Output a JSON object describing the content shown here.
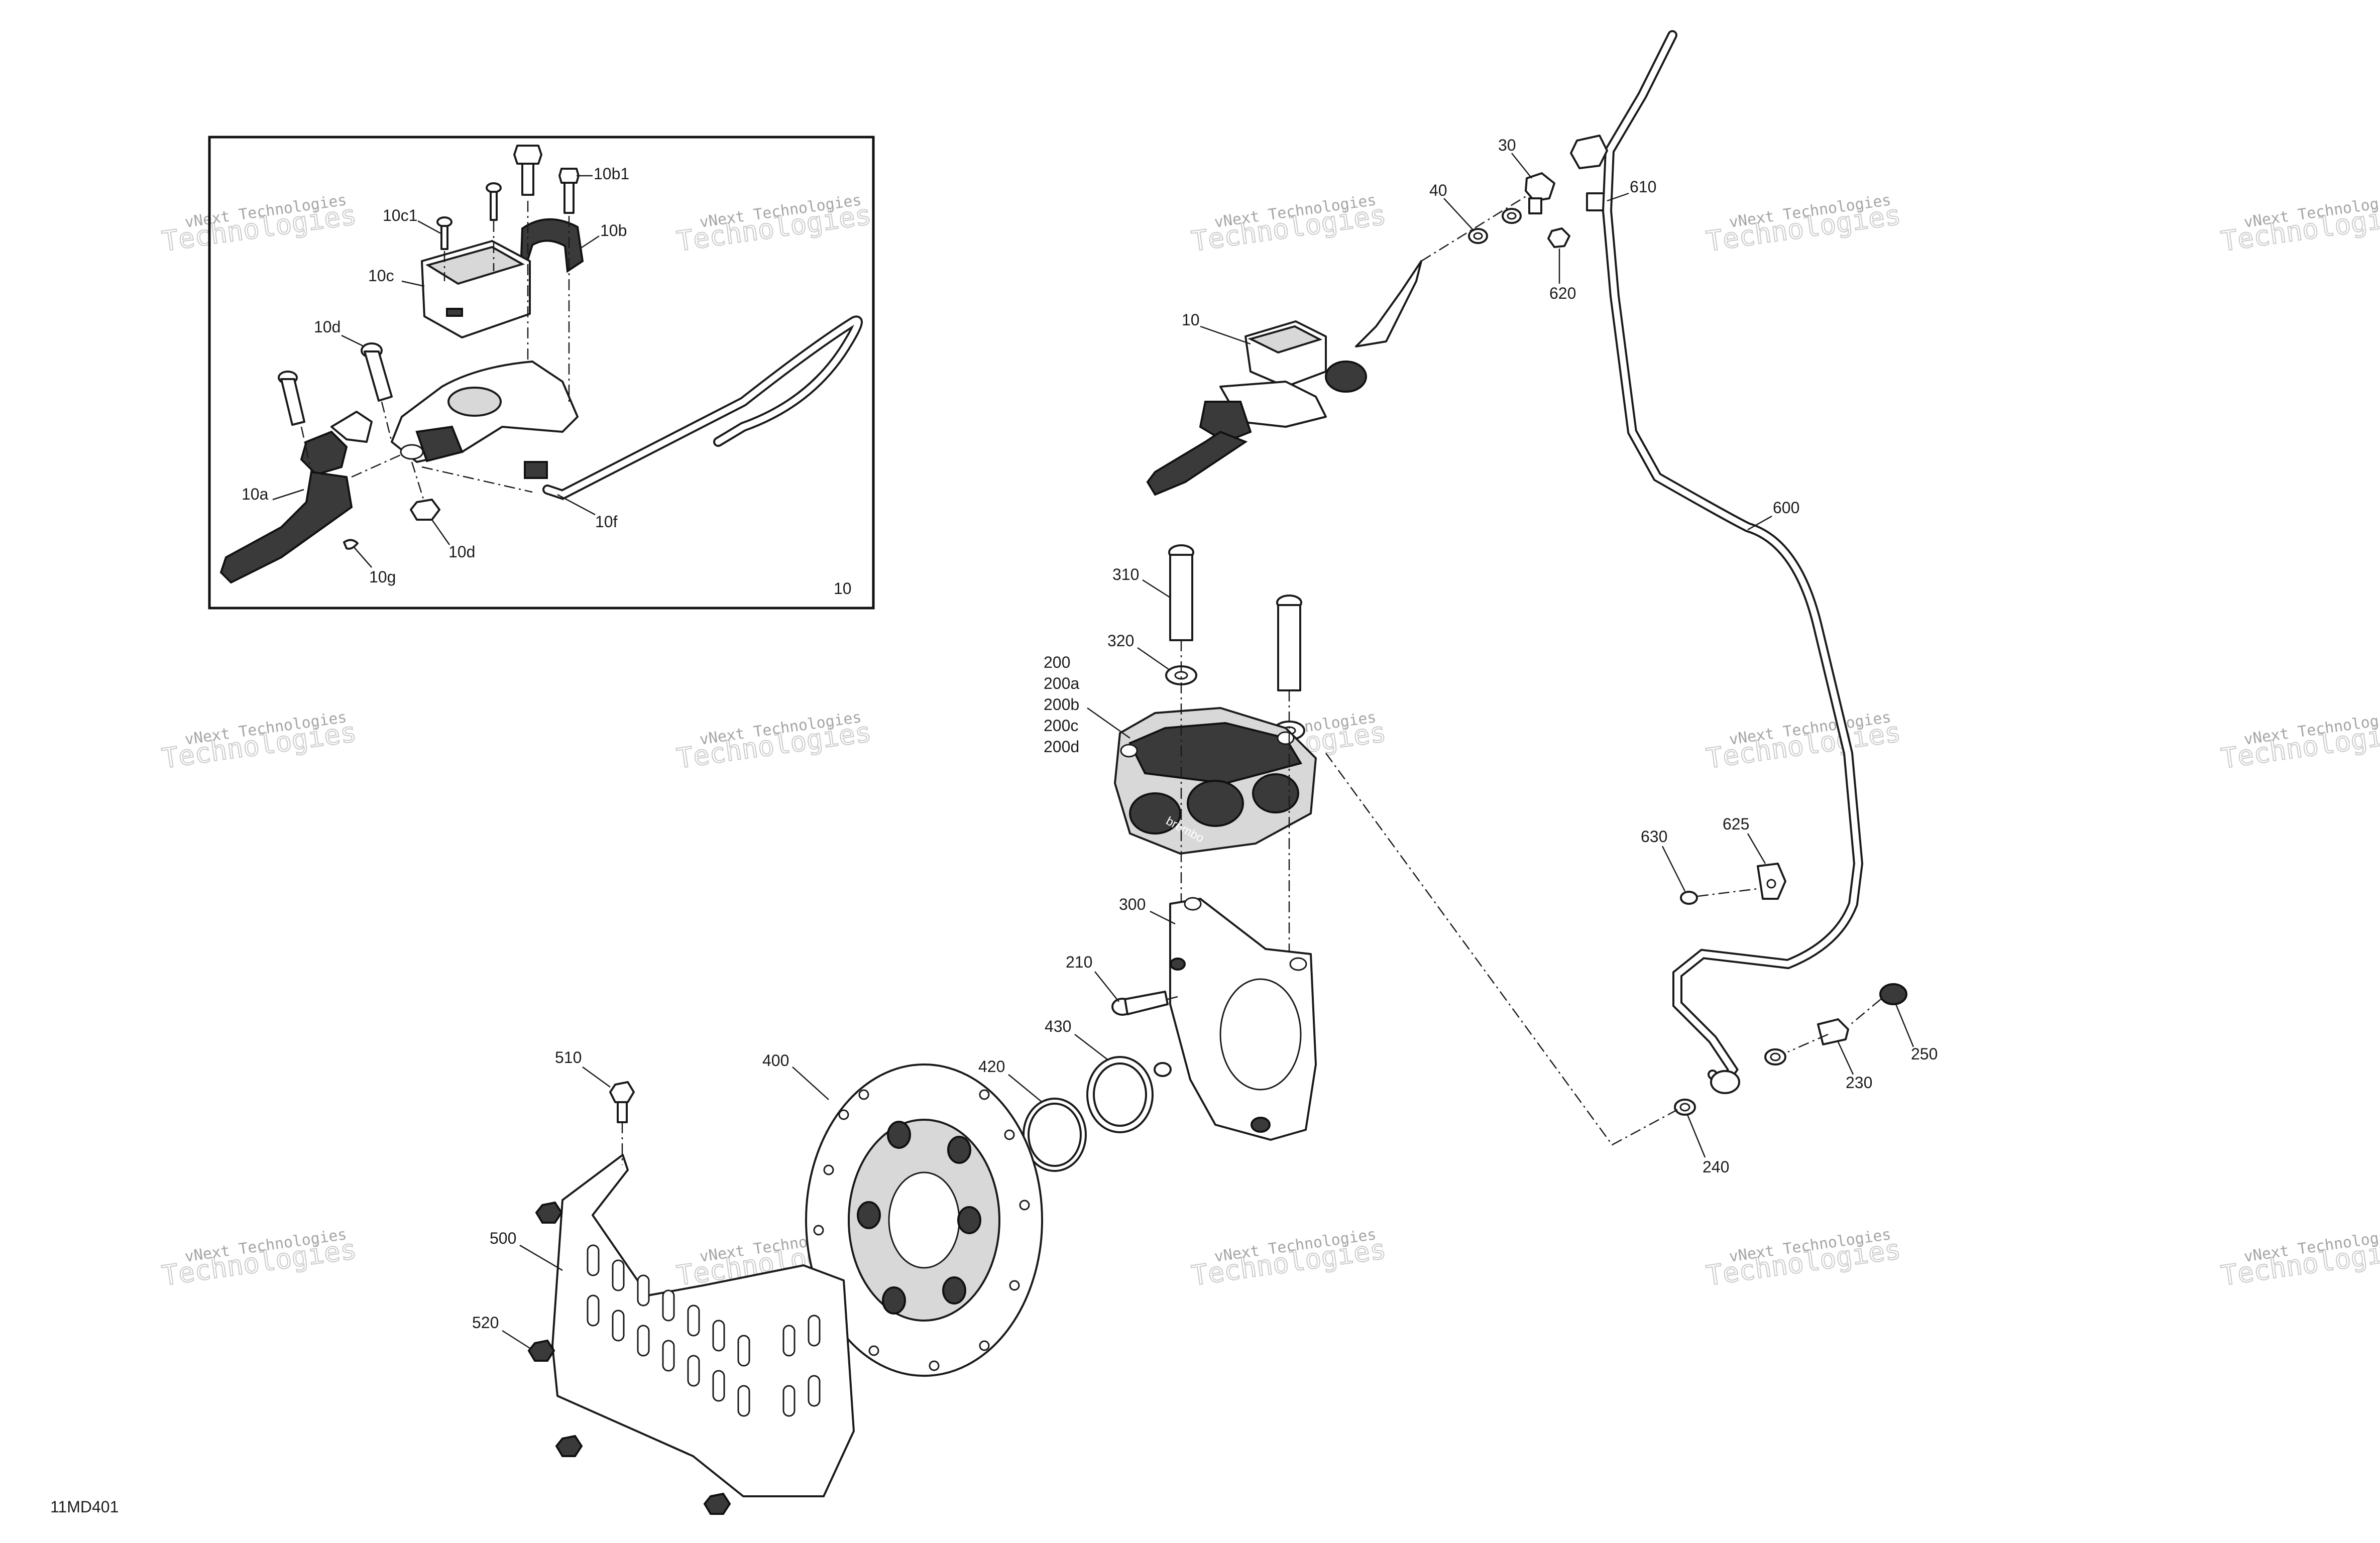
{
  "diagram_code": "11MD401",
  "inset": {
    "label": "10"
  },
  "callouts": {
    "c10b1": "10b1",
    "c10c1": "10c1",
    "c10b": "10b",
    "c10c": "10c",
    "c10d_top": "10d",
    "c10a": "10a",
    "c10g": "10g",
    "c10d_bottom": "10d",
    "c10f": "10f",
    "c10": "10",
    "c30": "30",
    "c40": "40",
    "c610": "610",
    "c620": "620",
    "c600": "600",
    "c310": "310",
    "c320": "320",
    "c200": "200",
    "c200a": "200a",
    "c200b": "200b",
    "c200c": "200c",
    "c200d": "200d",
    "c300": "300",
    "c210": "210",
    "c430": "430",
    "c420": "420",
    "c400": "400",
    "c510": "510",
    "c500": "500",
    "c520": "520",
    "c630": "630",
    "c625": "625",
    "c250": "250",
    "c230": "230",
    "c240": "240"
  },
  "watermark": {
    "line1": "vNext Technologies",
    "line2": "Technologies"
  }
}
